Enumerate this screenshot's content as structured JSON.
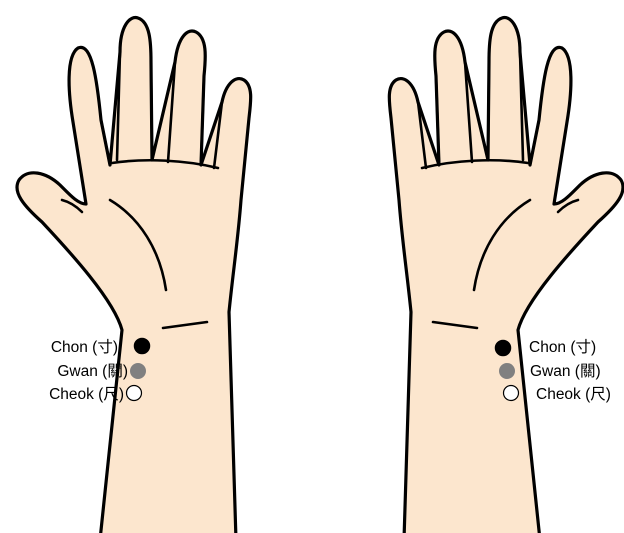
{
  "colors": {
    "skin": "#FCE6CE",
    "outline": "#000000",
    "chon_dot": "#000000",
    "gwan_dot": "#808080",
    "cheok_dot": "#FFFFFF"
  },
  "left_hand": {
    "labels": {
      "chon": "Chon (寸)",
      "gwan": "Gwan (關)",
      "cheok": "Cheok (尺)"
    }
  },
  "right_hand": {
    "labels": {
      "chon": "Chon (寸)",
      "gwan": "Gwan (關)",
      "cheok": "Cheok (尺)"
    }
  }
}
